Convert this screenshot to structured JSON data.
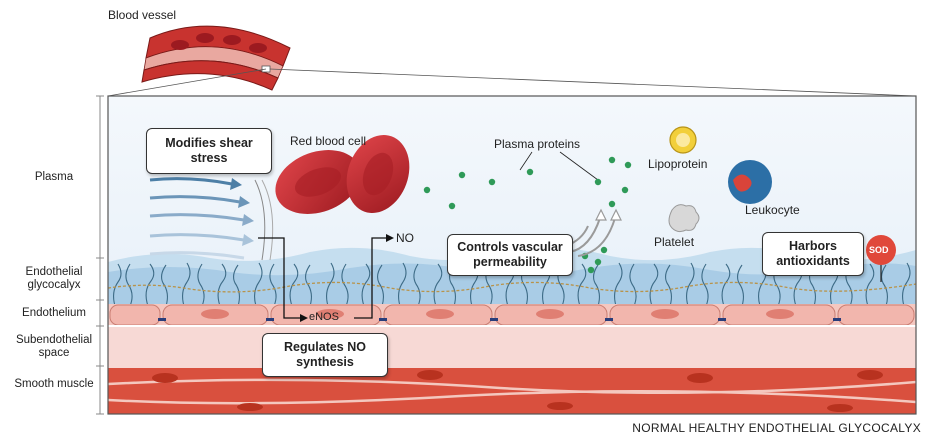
{
  "vessel_label": "Blood vessel",
  "layers": {
    "plasma": "Plasma",
    "glycocalyx": "Endothelial glycocalyx",
    "endothelium": "Endothelium",
    "subendothelial": "Subendothelial space",
    "smooth_muscle": "Smooth muscle"
  },
  "callouts": {
    "shear": "Modifies shear stress",
    "permeability": "Controls vascular permeability",
    "antioxidants": "Harbors antioxidants",
    "no_synthesis": "Regulates NO synthesis"
  },
  "labels": {
    "rbc": "Red blood cell",
    "plasma_proteins": "Plasma proteins",
    "lipoprotein": "Lipoprotein",
    "leukocyte": "Leukocyte",
    "platelet": "Platelet",
    "sod": "SOD",
    "no": "NO",
    "enos": "eNOS"
  },
  "footer": "NORMAL HEALTHY ENDOTHELIAL GLYCOCALYX",
  "colors": {
    "rbc": "#c0262c",
    "plasma": "#eef4fa",
    "endothelium": "#f4c7c0",
    "muscle": "#d9503e",
    "protein": "#2f9a58",
    "leukocyte": "#2c6fa6",
    "sod": "#e0483a",
    "lipoprotein": "#f2cf3a"
  }
}
